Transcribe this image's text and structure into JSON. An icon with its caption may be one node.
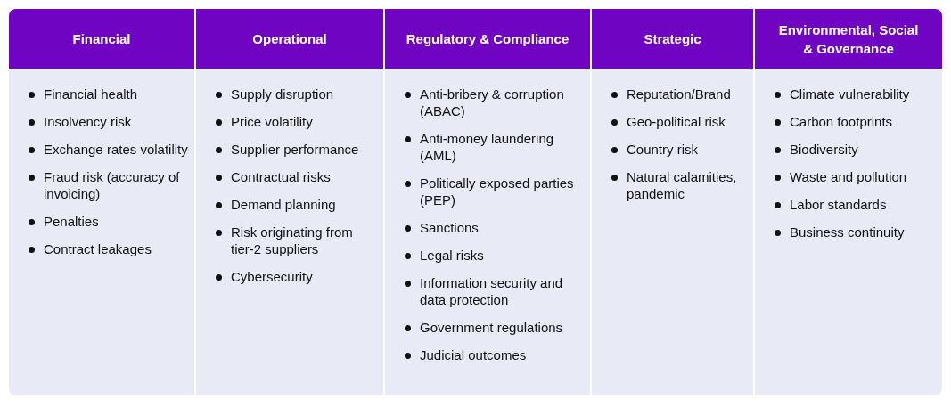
{
  "diagram": {
    "nodes": [
      {
        "text": [
          "Financial",
          "Financial health",
          "Insolvency risk",
          "Exchange rates volatility",
          "Fraud risk (accuracy of invoicing)",
          "Penalties",
          "Contract leakages"
        ]
      },
      {
        "text": [
          "Operational",
          "Supply disruption",
          "Price volatility",
          "Supplier performance",
          "Contractual risks",
          "Demand planning",
          "Risk originating from tier-2 suppliers",
          "Cybersecurity"
        ]
      },
      {
        "text": [
          "Regulatory & Compliance",
          "Anti-bribery & corruption (ABAC)",
          "Anti-money laundering (AML)",
          "Politically exposed parties (PEP)",
          "Sanctions",
          "Legal risks",
          "Information security and data protection",
          "Government regulations",
          "Judicial outcomes"
        ]
      },
      {
        "text": [
          "Strategic",
          "Reputation/Brand",
          "Geo-political risk",
          "Country risk",
          "Natural calamities, pandemic"
        ]
      },
      {
        "text": [
          "Environmental, Social & Governance",
          "Climate vulnerability",
          "Carbon footprints",
          "Biodiversity",
          "Waste and pollution",
          "Labor standards",
          "Business continuity"
        ]
      }
    ]
  }
}
